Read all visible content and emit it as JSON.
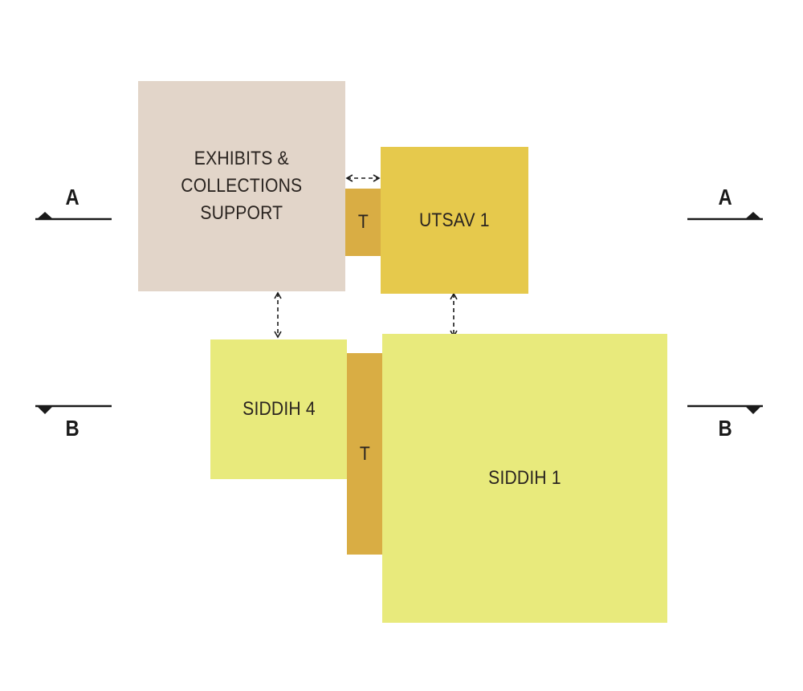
{
  "blocks": {
    "exhibits": {
      "lines": [
        "EXHIBITS &",
        "COLLECTIONS",
        "SUPPORT"
      ],
      "color": "#e2d5c9"
    },
    "utsav": {
      "label": "UTSAV 1",
      "color": "#e6c94c"
    },
    "t_top": {
      "label": "T",
      "color": "#d9ad44"
    },
    "siddih4": {
      "label": "SIDDIH 4",
      "color": "#e8ea7c"
    },
    "t_bottom": {
      "label": "T",
      "color": "#d9ad44"
    },
    "siddih1": {
      "label": "SIDDIH 1",
      "color": "#e8ea7c"
    }
  },
  "section_markers": {
    "a_left": "A",
    "a_right": "A",
    "b_left": "B",
    "b_right": "B"
  }
}
